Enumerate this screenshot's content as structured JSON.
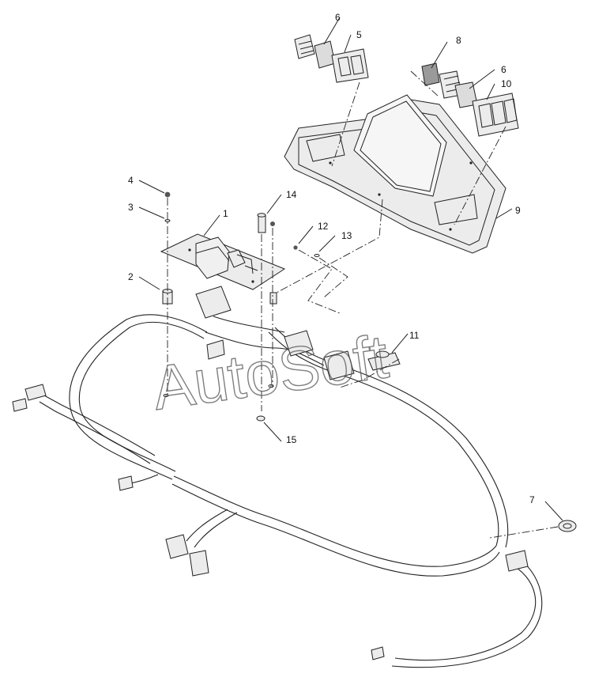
{
  "diagram": {
    "callouts": [
      "1",
      "2",
      "3",
      "4",
      "5",
      "6",
      "6",
      "7",
      "8",
      "9",
      "10",
      "11",
      "12",
      "13",
      "14",
      "15"
    ],
    "watermark": "AutoSoft"
  },
  "colors": {
    "line": "#222222",
    "part_fill": "#e6e6e6",
    "dark_fill": "#555555"
  }
}
